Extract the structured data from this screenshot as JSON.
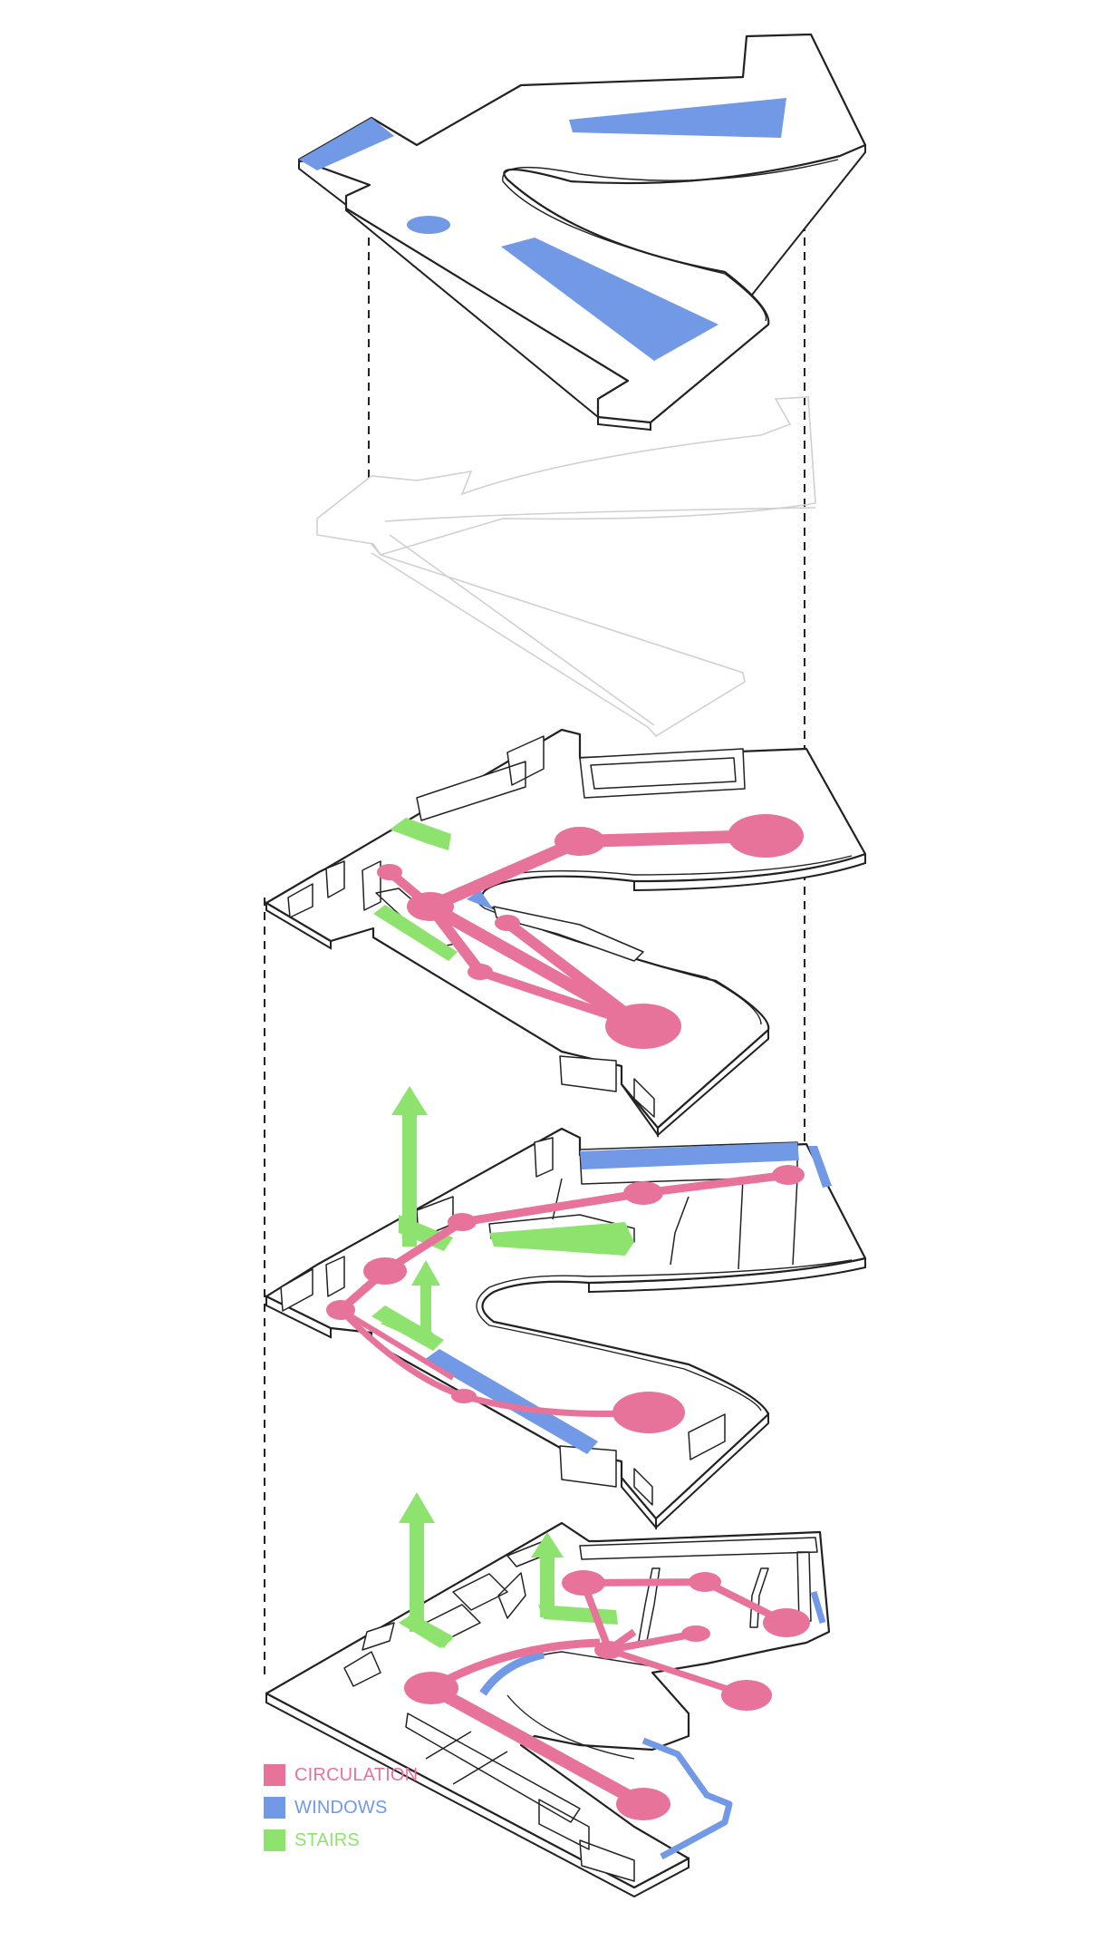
{
  "colors": {
    "circulation": "#E8739A",
    "windows": "#7199E6",
    "stairs": "#8EE26E",
    "line": "#222222",
    "ghost": "#cfcfcf"
  },
  "legend": [
    {
      "label": "CIRCULATION",
      "color": "#E8739A",
      "icon": "circulation-swatch"
    },
    {
      "label": "WINDOWS",
      "color": "#7199E6",
      "icon": "windows-swatch"
    },
    {
      "label": "STAIRS",
      "color": "#8EE26E",
      "icon": "stairs-swatch"
    }
  ]
}
